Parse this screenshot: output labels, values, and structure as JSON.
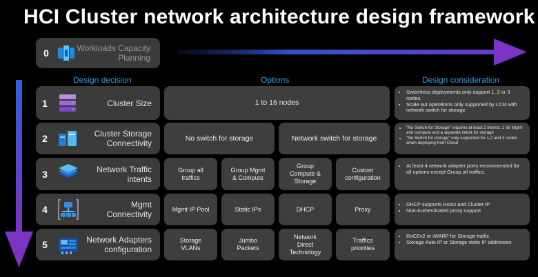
{
  "title": "HCI Cluster network architecture design framework",
  "step0": {
    "number": "0",
    "label_line1": "Workloads Capacity",
    "label_line2": "Planning",
    "icon": "workloads-icon"
  },
  "headers": {
    "design_decision": "Design decision",
    "options": "Options",
    "design_consideration": "Design consideration"
  },
  "colors": {
    "header_blue": "#2fa0ea",
    "arrow_start": "#2a5fd8",
    "arrow_end": "#7a34c4",
    "box": "#3b3b3b"
  },
  "rows": [
    {
      "number": "1",
      "label": "Cluster Size",
      "icon": "server-stack-icon",
      "options": [
        "1 to 16 nodes"
      ],
      "considerations": [
        "Switchless deployments only support 1, 2 or 3 nodes.",
        "Scale out operations only supported by LCM with network switch for storage"
      ]
    },
    {
      "number": "2",
      "label_line1": "Cluster Storage",
      "label_line2": "Connectivity",
      "icon": "storage-devices-icon",
      "options": [
        "No switch for storage",
        "Network switch for storage"
      ],
      "considerations": [
        "\"No Switch for Storage\" requires at least 2 intents. 1 for Mgmt and compute and a separate intent for storage",
        "\"No Switch for storage\" only supported for 1,2 and 3 nodes when deploying from Cloud"
      ]
    },
    {
      "number": "3",
      "label_line1": "Network Traffic",
      "label_line2": "intents",
      "icon": "network-layers-icon",
      "options": [
        {
          "line1": "Group all",
          "line2": "traffics",
          "line3": ""
        },
        {
          "line1": "Group Mgmt",
          "line2": "& Compute",
          "line3": ""
        },
        {
          "line1": "Group",
          "line2": "Compute &",
          "line3": "Storage"
        },
        {
          "line1": "Custom",
          "line2": "configuration",
          "line3": ""
        }
      ],
      "considerations": [
        "At least 4 network adapter ports recommended for all options except Group all traffics."
      ]
    },
    {
      "number": "4",
      "label_line1": "Mgmt",
      "label_line2": "Connectivity",
      "icon": "network-management-icon",
      "options": [
        "Mgmt IP Pool",
        "Static IPs",
        "DHCP",
        "Proxy"
      ],
      "considerations": [
        "DHCP supports Hosts and Cluster IP",
        "Non-Authenticated proxy support"
      ]
    },
    {
      "number": "5",
      "label_line1": "Network Adapters",
      "label_line2": "configuration",
      "icon": "network-adapter-icon",
      "options": [
        {
          "line1": "Storage",
          "line2": "VLANs",
          "line3": ""
        },
        {
          "line1": "Jumbo",
          "line2": "Packets",
          "line3": ""
        },
        {
          "line1": "Network",
          "line2": "Direct",
          "line3": "Technology"
        },
        {
          "line1": "Traffics",
          "line2": "priorities",
          "line3": ""
        }
      ],
      "considerations": [
        "RoCEv2 or iWARP for Storage traffic.",
        "Storage Auto IP or Storage static IP addresses"
      ]
    }
  ]
}
